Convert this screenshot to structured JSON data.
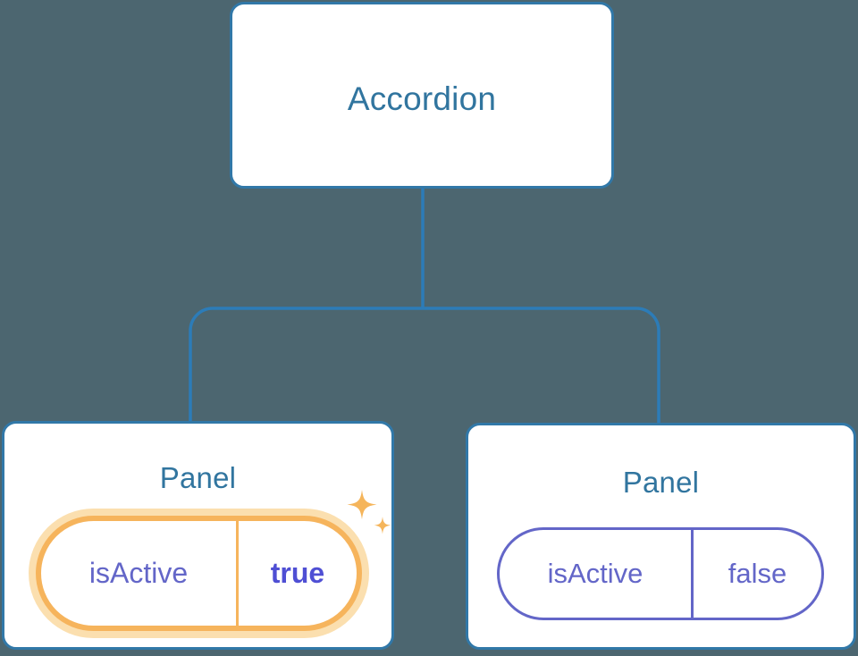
{
  "canvas": {
    "background_color": "#4c6670",
    "edge_color": "#2c7cb8",
    "node_border_color": "#3178a8",
    "node_fill_color": "#ffffff",
    "node_title_color": "#31759f",
    "prop_text_color": "#6366c8",
    "highlight_border_color": "#f6b45c",
    "highlight_glow_color": "#fbdfaf",
    "highlight_value_color": "#4f4fd4",
    "sparkle_color": "#f5b55b"
  },
  "tree": {
    "root": {
      "title": "Accordion"
    },
    "children": [
      {
        "title": "Panel",
        "highlighted": true,
        "prop": {
          "key": "isActive",
          "value": "true"
        }
      },
      {
        "title": "Panel",
        "highlighted": false,
        "prop": {
          "key": "isActive",
          "value": "false"
        }
      }
    ]
  },
  "icons": {
    "sparkle_large": "sparkle-icon",
    "sparkle_small": "sparkle-small-icon"
  }
}
